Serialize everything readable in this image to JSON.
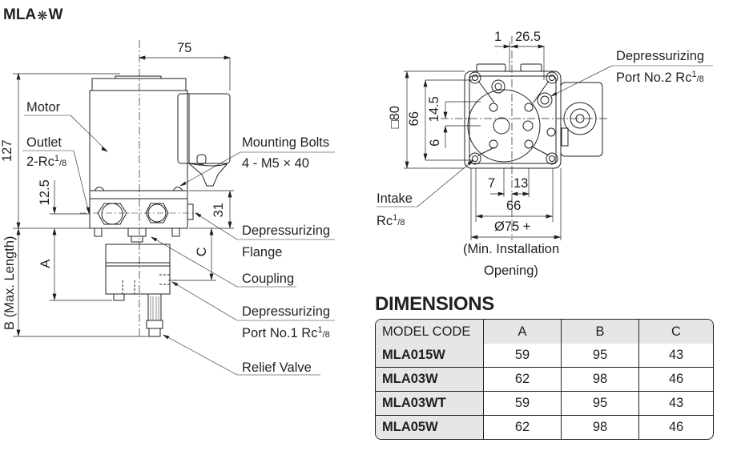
{
  "title": {
    "prefix": "MLA",
    "symbol": "❋",
    "suffix": "W"
  },
  "side_view": {
    "labels": {
      "motor": "Motor",
      "outlet": "Outlet",
      "outlet_port": "2-Rc",
      "mounting_bolts": "Mounting Bolts",
      "mounting_bolts_spec": "4 - M5 × 40",
      "depressurizing_flange_1": "Depressurizing",
      "depressurizing_flange_2": "Flange",
      "coupling": "Coupling",
      "depressurizing_port1_1": "Depressurizing",
      "depressurizing_port1_2": "Port No.1 Rc",
      "relief_valve": "Relief Valve",
      "fraction_num": "1",
      "fraction_den": "/8"
    },
    "dimensions": {
      "width_75": "75",
      "height_127": "127",
      "outlet_12_5": "12.5",
      "flange_31": "31",
      "a": "A",
      "b": "B  (Max. Length)",
      "c": "C"
    }
  },
  "top_view": {
    "labels": {
      "depressurizing_port2_1": "Depressurizing",
      "depressurizing_port2_2": "Port No.2  Rc",
      "intake": "Intake",
      "intake_port": "Rc",
      "min_opening_1": "(Min. Installation",
      "min_opening_2": "Opening)",
      "fraction_num": "1",
      "fraction_den": "/8"
    },
    "dimensions": {
      "d1": "1",
      "d26_5": "26.5",
      "sq80": "□80",
      "d66_v": "66",
      "d14_5": "14.5",
      "d6": "6",
      "d7": "7",
      "d13": "13",
      "d66_h": "66",
      "dia75": "Ø75 +"
    }
  },
  "dimensions_table": {
    "title": "DIMENSIONS",
    "headers": [
      "MODEL CODE",
      "A",
      "B",
      "C"
    ],
    "rows": [
      {
        "model": "MLA015W",
        "a": "59",
        "b": "95",
        "c": "43"
      },
      {
        "model": "MLA03W",
        "a": "62",
        "b": "98",
        "c": "46"
      },
      {
        "model": "MLA03WT",
        "a": "59",
        "b": "95",
        "c": "43"
      },
      {
        "model": "MLA05W",
        "a": "62",
        "b": "98",
        "c": "46"
      }
    ]
  }
}
